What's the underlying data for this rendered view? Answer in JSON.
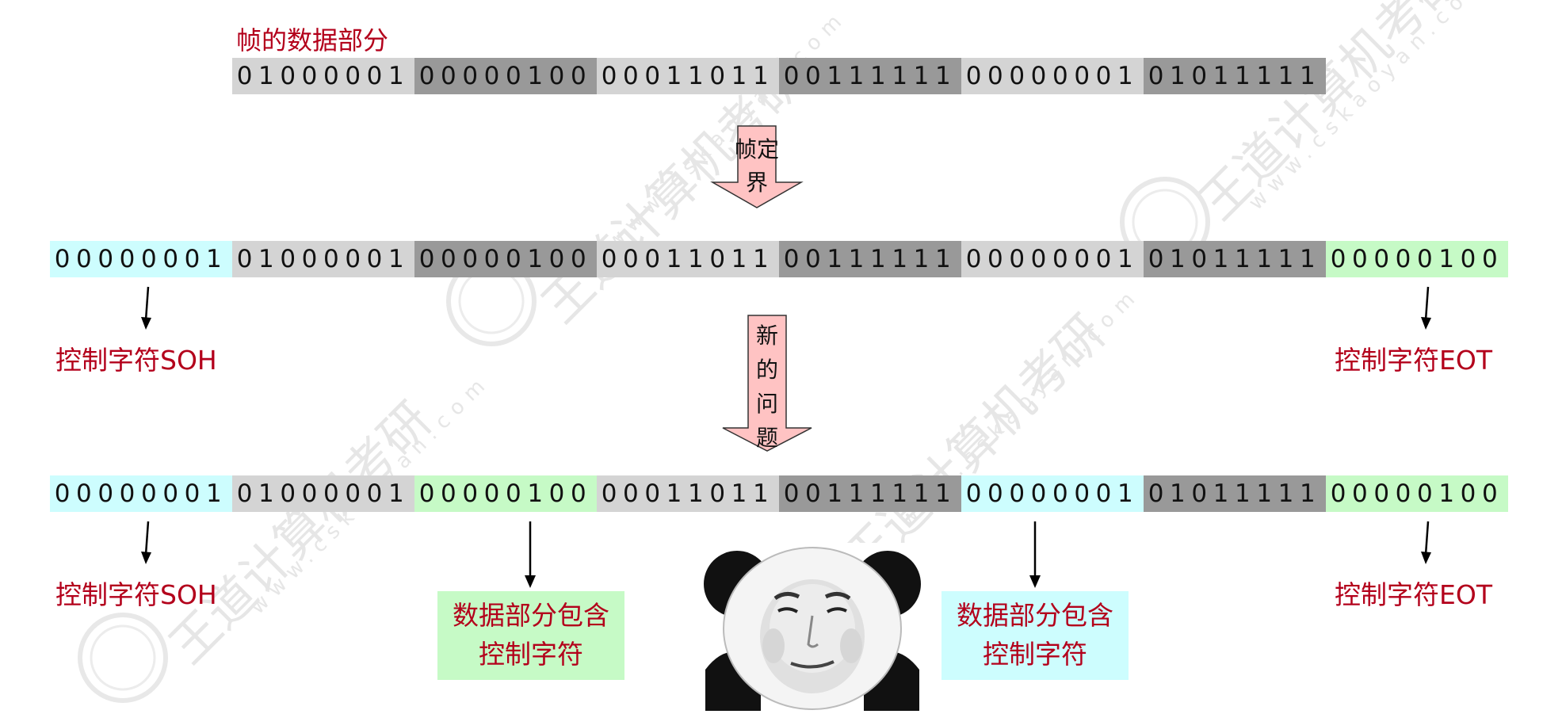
{
  "colors": {
    "light_gray": "#d4d4d4",
    "dark_gray": "#999999",
    "cyan": "#cdfdfe",
    "green": "#c6fac6",
    "label_red": "#b3001b",
    "arrow_fill": "#ffc3c3"
  },
  "frame_data_title": "帧的数据部分",
  "row1": [
    "01000001",
    "00000100",
    "00011011",
    "00111111",
    "00000001",
    "01011111"
  ],
  "arrow1_text": [
    "帧定",
    "界"
  ],
  "row2": [
    "00000001",
    "01000001",
    "00000100",
    "00011011",
    "00111111",
    "00000001",
    "01011111",
    "00000100"
  ],
  "arrow2_text": [
    "新",
    "的",
    "问",
    "题"
  ],
  "row3": [
    "00000001",
    "01000001",
    "00000100",
    "00011011",
    "00111111",
    "00000001",
    "01011111",
    "00000100"
  ],
  "labels": {
    "soh": "控制字符SOH",
    "eot": "控制字符EOT",
    "data_contains_1": "数据部分包含",
    "data_contains_2": "控制字符"
  },
  "watermark_text": "王道计算机考研",
  "watermark_url": "www.cskaoyan.com",
  "meme_icon": "panda-face-meme"
}
